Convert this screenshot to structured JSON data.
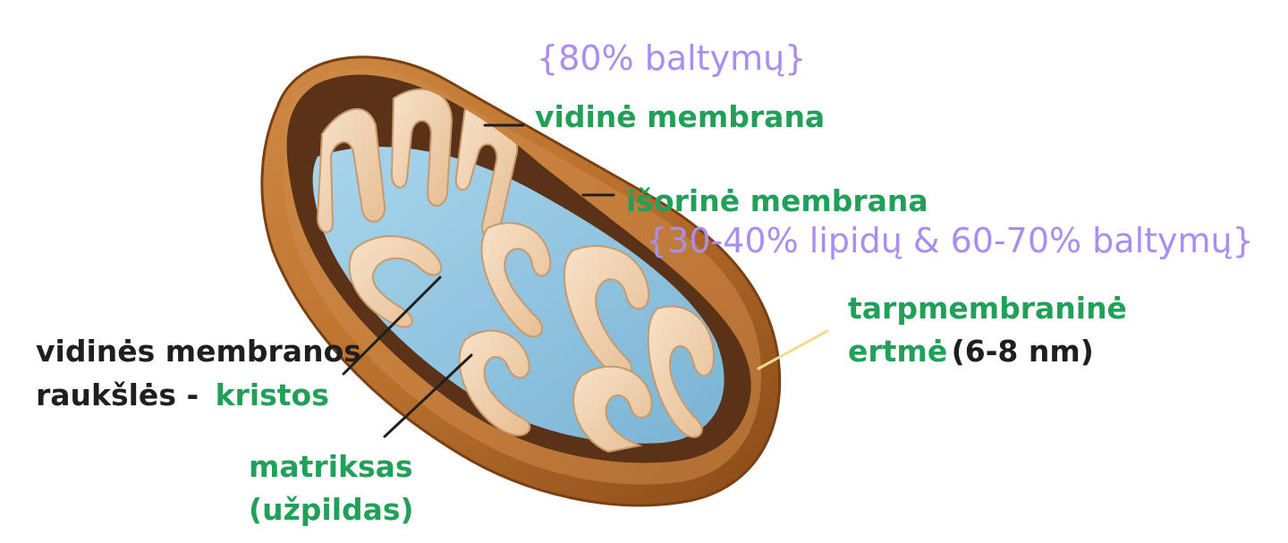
{
  "labels": {
    "inner_membrane_composition": "{80% baltymų}",
    "inner_membrane": "vidinė membrana",
    "outer_membrane": "išorinė membrana",
    "outer_membrane_composition": "{30-40% lipidų & 60-70% baltymų}",
    "intermembrane_space_line1": "tarpmembraninė",
    "intermembrane_space_line2": "ertmė",
    "intermembrane_space_size": "(6-8 nm)",
    "cristae_line1": "vidinės membranos",
    "cristae_line2": "raukšlės -",
    "cristae_term": "kristos",
    "matrix_line1": "matriksas",
    "matrix_line2": "(užpildas)"
  },
  "colors": {
    "term_green": "#22a05a",
    "composition_violet": "#a98ef0",
    "outer_membrane_brown": "#b86f2c",
    "inner_membrane_beige": "#f2d3b3",
    "matrix_blue": "#8ec3e0",
    "intermembrane_pointer_yellow": "#f0dc8a"
  },
  "icons": [
    "mitochondrion-illustration"
  ]
}
